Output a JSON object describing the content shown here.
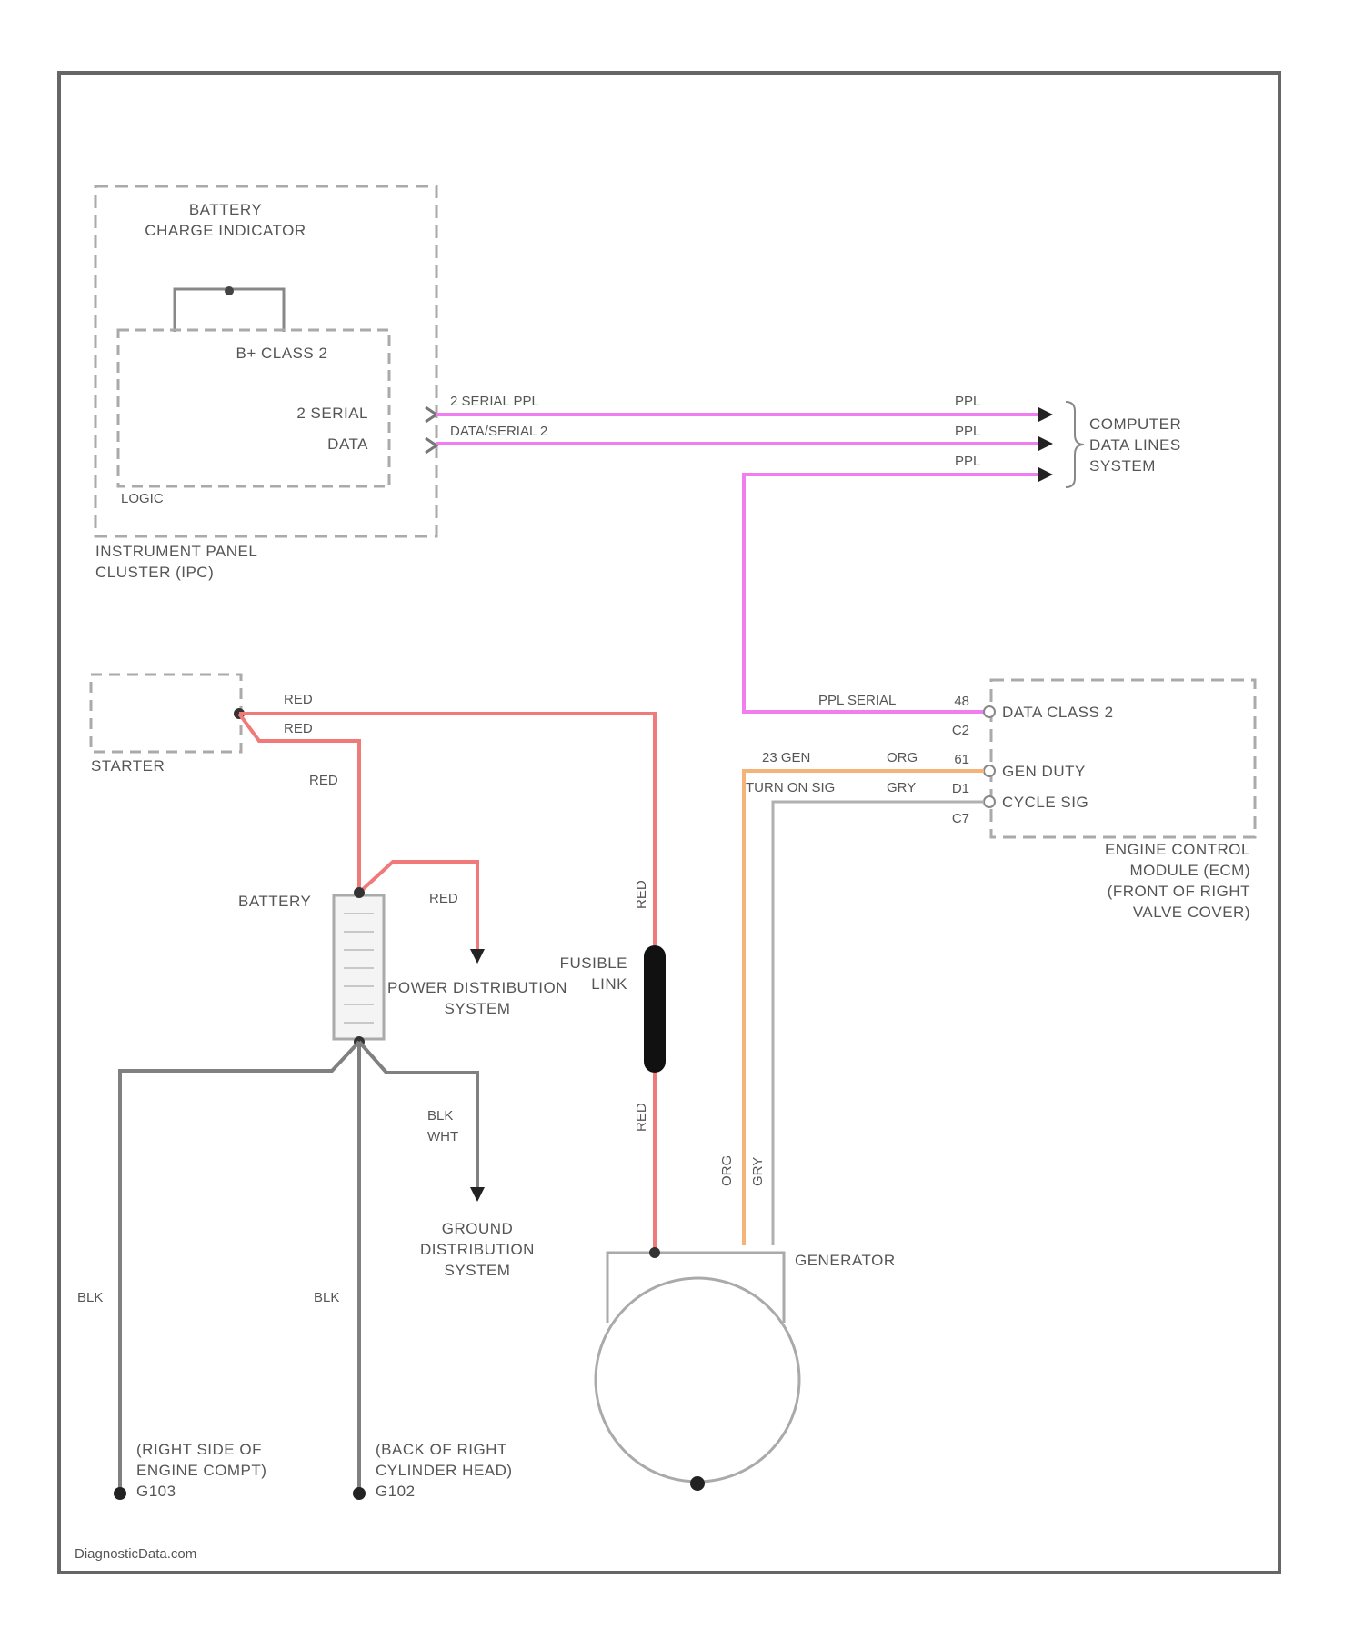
{
  "diagram": {
    "footer": "DiagnosticData.com",
    "colors": {
      "pink": "#f07ef0",
      "red": "#f07a7a",
      "orange": "#f5b37a",
      "gray": "#9a9a9a",
      "ground": "#808080",
      "frame": "#666666"
    },
    "ipc": {
      "indicator_line1": "BATTERY",
      "indicator_line2": "CHARGE INDICATOR",
      "pin_top": "B+ CLASS 2",
      "serial_label": "2 SERIAL",
      "data_label": "DATA",
      "logic_label": "LOGIC",
      "name_line1": "INSTRUMENT PANEL",
      "name_line2": "CLUSTER (IPC)"
    },
    "data_wires": {
      "w1_label": "2 SERIAL  PPL",
      "w2_label": "DATA/SERIAL  2",
      "w1_color": "PPL",
      "w2_color": "PPL",
      "w3_color": "PPL"
    },
    "cdls": {
      "line1": "COMPUTER",
      "line2": "DATA LINES",
      "line3": "SYSTEM"
    },
    "ecm": {
      "serial_wire": "PPL SERIAL",
      "pin_data": "48",
      "pin_c2": "C2",
      "pin_gen": "61",
      "pin_d1": "D1",
      "pin_c7": "C7",
      "data_class2": "DATA CLASS 2",
      "gen_duty": "GEN DUTY",
      "cycle_sig": "CYCLE SIG",
      "gen_wire_label": "ORG",
      "gen_wire_name": "23 GEN",
      "turn_on_label": "GRY",
      "turn_on_name": "TURN ON SIG",
      "name_line1": "ENGINE CONTROL",
      "name_line2": "MODULE (ECM)",
      "name_line3": "(FRONT OF RIGHT",
      "name_line4": "VALVE COVER)"
    },
    "starter": {
      "label": "STARTER",
      "wire1": "RED",
      "wire2": "RED",
      "wire3": "RED"
    },
    "battery": {
      "label": "BATTERY",
      "pd_wire": "RED",
      "pd_line1": "POWER DISTRIBUTION",
      "pd_line2": "SYSTEM",
      "gnd_wire1": "BLK",
      "gnd_wire2": "WHT",
      "gd_line1": "GROUND",
      "gd_line2": "DISTRIBUTION",
      "gd_line3": "SYSTEM"
    },
    "fusible": {
      "line1": "FUSIBLE",
      "line2": "LINK",
      "wire_top": "RED",
      "wire_bottom": "RED"
    },
    "generator": {
      "label": "GENERATOR",
      "wire_org": "ORG",
      "wire_gry": "GRY"
    },
    "grounds": {
      "left_wire": "BLK",
      "left_line1": "(RIGHT SIDE OF",
      "left_line2": "ENGINE COMPT)",
      "left_id": "G103",
      "mid_wire": "BLK",
      "mid_line1": "(BACK OF RIGHT",
      "mid_line2": "CYLINDER HEAD)",
      "mid_id": "G102"
    }
  }
}
